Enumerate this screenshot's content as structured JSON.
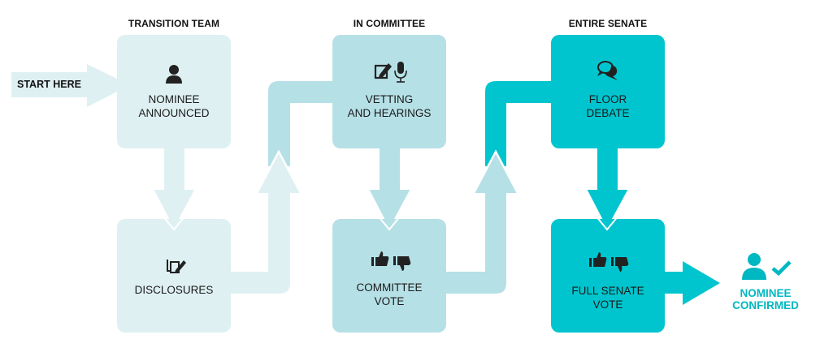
{
  "colors": {
    "stage_transition": "#DFF0F3",
    "stage_committee": "#B5E0E6",
    "stage_senate": "#00C5CE",
    "text": "#1a1a1a",
    "confirmed": "#00B8C2"
  },
  "start_label": "START HERE",
  "stages": [
    {
      "header": "TRANSITION TEAM",
      "steps": [
        {
          "label_lines": [
            "NOMINEE",
            "ANNOUNCED"
          ],
          "icon": "person-icon"
        },
        {
          "label_lines": [
            "DISCLOSURES"
          ],
          "icon": "documents-edit-icon"
        }
      ]
    },
    {
      "header": "IN COMMITTEE",
      "steps": [
        {
          "label_lines": [
            "VETTING",
            "AND HEARINGS"
          ],
          "icon": "edit-microphone-icon"
        },
        {
          "label_lines": [
            "COMMITTEE",
            "VOTE"
          ],
          "icon": "thumbs-up-down-icon"
        }
      ]
    },
    {
      "header": "ENTIRE SENATE",
      "steps": [
        {
          "label_lines": [
            "FLOOR",
            "DEBATE"
          ],
          "icon": "speech-bubbles-icon"
        },
        {
          "label_lines": [
            "FULL SENATE",
            "VOTE"
          ],
          "icon": "thumbs-up-down-icon"
        }
      ]
    }
  ],
  "final": {
    "label_lines": [
      "NOMINEE",
      "CONFIRMED"
    ],
    "icon": "person-check-icon"
  }
}
